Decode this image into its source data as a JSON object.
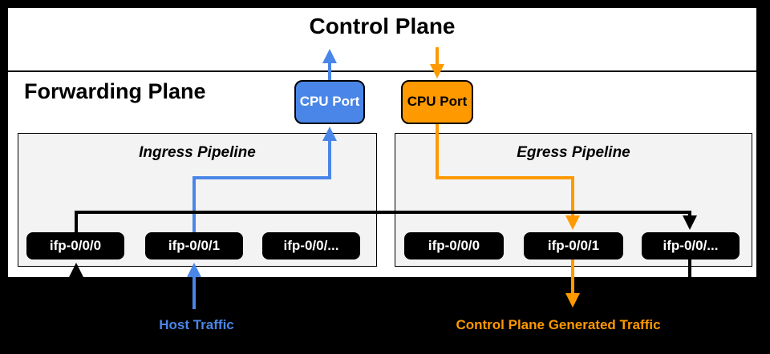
{
  "planes": {
    "control": {
      "title": "Control Plane"
    },
    "forwarding": {
      "title": "Forwarding Plane"
    }
  },
  "cpu_ports": {
    "host_side_label": "CPU Port",
    "control_side_label": "CPU Port"
  },
  "pipelines": {
    "ingress": {
      "title": "Ingress Pipeline",
      "ports": [
        "ifp-0/0/0",
        "ifp-0/0/1",
        "ifp-0/0/..."
      ]
    },
    "egress": {
      "title": "Egress Pipeline",
      "ports": [
        "ifp-0/0/0",
        "ifp-0/0/1",
        "ifp-0/0/..."
      ]
    }
  },
  "legend": {
    "host_traffic": "Host Traffic",
    "control_plane_traffic": "Control Plane Generated Traffic"
  },
  "colors": {
    "host_traffic_blue": "#4a86e8",
    "control_traffic_orange": "#ff9900",
    "pipeline_fill": "#f3f3f3",
    "port_box_fill": "#000000"
  }
}
